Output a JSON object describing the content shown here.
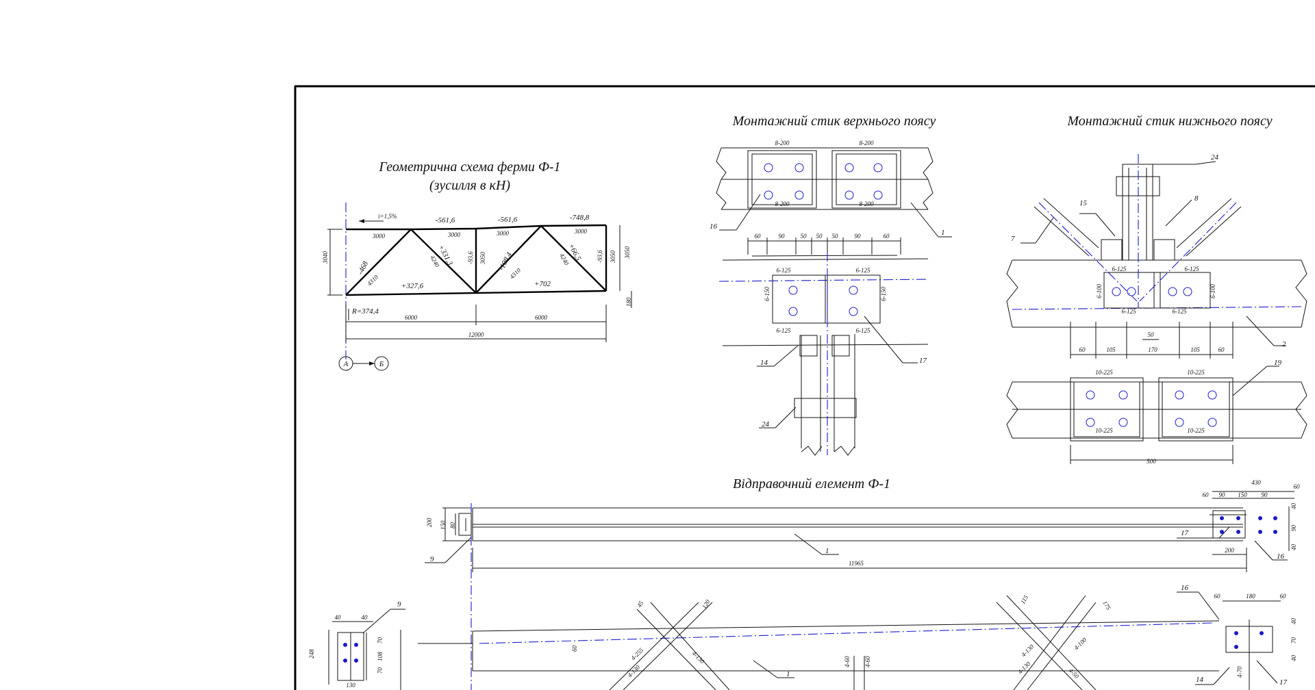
{
  "titles": {
    "truss_scheme_1": "Геометрична схема ферми Ф-1",
    "truss_scheme_2": "(зусилля в кН)",
    "top_chord_joint": "Монтажний стик верхнього поясу",
    "bottom_chord_joint": "Монтажний стик нижнього поясу",
    "shipping_element": "Відправочний елемент Ф-1"
  },
  "truss": {
    "slope": "i=1,5%",
    "top_forces": [
      "-561,6",
      "-561,6",
      "-748,8"
    ],
    "panel_lengths": [
      "3000",
      "3000",
      "3000",
      "3000"
    ],
    "diagonal_forces": [
      "-468",
      "+331,3",
      "-198,4",
      "+66,5"
    ],
    "diagonal_lengths": [
      "4310",
      "4240",
      "4310",
      "4240"
    ],
    "vertical_forces": [
      "-93,6",
      "-93,6"
    ],
    "vertical_lengths": [
      "3050",
      "3050"
    ],
    "bottom_forces": [
      "+327,6",
      "+702"
    ],
    "height_left": "3040",
    "height_right": "3050",
    "right_offset": "180",
    "reaction": "R=374,4",
    "spans": [
      "6000",
      "6000"
    ],
    "total_span": "12000",
    "axis_a": "А",
    "axis_b": "Б"
  },
  "top_joint": {
    "plate_welds": [
      "8-200",
      "8-200",
      "8-200",
      "8-200"
    ],
    "dims": [
      "60",
      "90",
      "50",
      "50",
      "50",
      "90",
      "60"
    ],
    "welds": [
      "6-125",
      "6-125",
      "6-150",
      "6-150",
      "6-125",
      "6-125"
    ],
    "callouts": [
      "16",
      "1",
      "14",
      "17",
      "24"
    ]
  },
  "bottom_joint": {
    "welds_a": [
      "6-125",
      "6-125",
      "6-100",
      "6-100",
      "6-125",
      "6-125"
    ],
    "dims": [
      "60",
      "105",
      "170",
      "105",
      "60"
    ],
    "gap": "50",
    "welds_b": [
      "10-225",
      "10-225",
      "10-225",
      "10-225"
    ],
    "width": "500",
    "callouts": [
      "24",
      "8",
      "15",
      "7",
      "2",
      "19"
    ]
  },
  "shipping": {
    "height_dims": [
      "200",
      "150",
      "80"
    ],
    "length": "11965",
    "plate_dims": [
      "430",
      "60",
      "90",
      "150",
      "90",
      "60"
    ],
    "plate_side": [
      "40",
      "90",
      "40"
    ],
    "plate_base": "200",
    "callouts": [
      "9",
      "1",
      "17",
      "16"
    ]
  },
  "lower_views": {
    "end_dims": [
      "40",
      "40",
      "248",
      "70",
      "108",
      "70",
      "130"
    ],
    "weld_labels": [
      "4-255",
      "4-130",
      "4-130",
      "4-60",
      "4-60",
      "4-130",
      "4-130",
      "4-100",
      "4-50",
      "4-70"
    ],
    "angle_dims": [
      "45",
      "120",
      "115",
      "175"
    ],
    "gusset_dims": [
      "60",
      "180",
      "60",
      "40",
      "70",
      "40"
    ],
    "offset": "60",
    "callouts": [
      "9",
      "1",
      "16",
      "14",
      "17"
    ]
  },
  "colors": {
    "line": "#111111",
    "axis": "#1a1acc",
    "background": "#ffffff"
  }
}
